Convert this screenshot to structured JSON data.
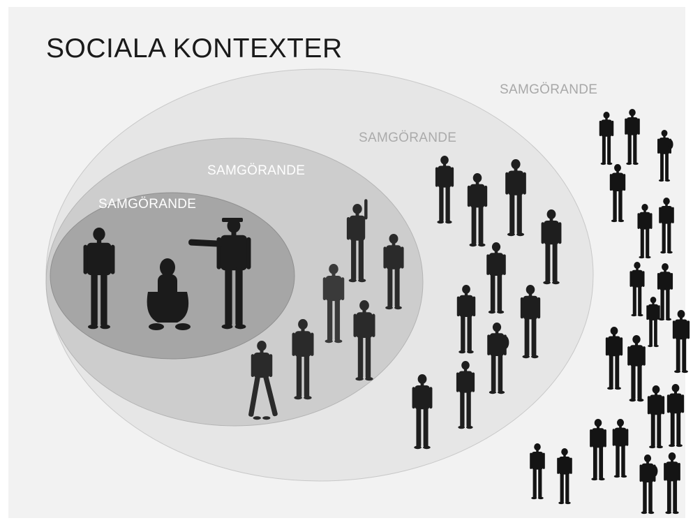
{
  "title": "SOCIALA KONTEXTER",
  "circles": [
    {
      "label": "SAMGÖRANDE",
      "level": "outer",
      "fill": "#f2f2f2"
    },
    {
      "label": "SAMGÖRANDE",
      "level": "large",
      "fill": "#e6e6e6"
    },
    {
      "label": "SAMGÖRANDE",
      "level": "middle",
      "fill": "#cdcdcd"
    },
    {
      "label": "SAMGÖRANDE",
      "level": "inner",
      "fill": "#a6a6a6"
    }
  ],
  "colors": {
    "background": "#f2f2f2",
    "figure_core": "#1b1b1b",
    "figure_middle": "#2a2a2a",
    "figure_crowd": "#141414"
  }
}
